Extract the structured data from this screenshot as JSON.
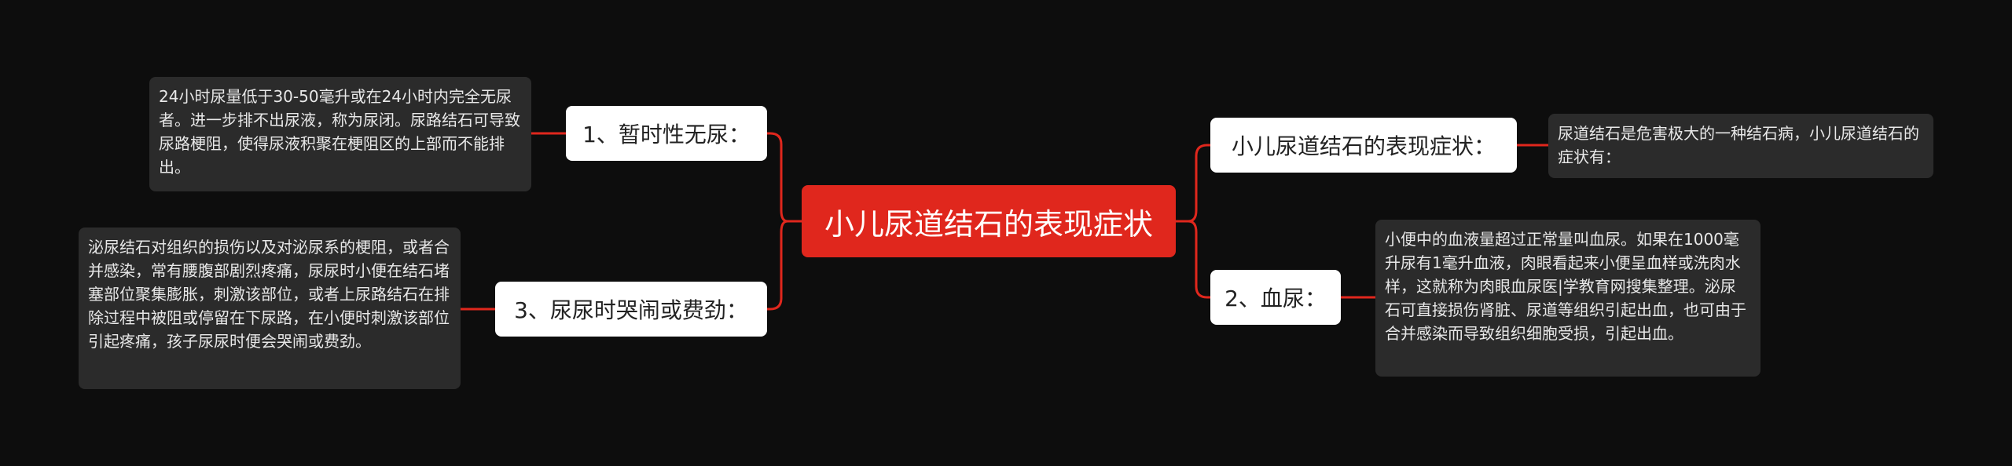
{
  "mindmap": {
    "root": "小儿尿道结石的表现症状",
    "branches": {
      "temporary_anuria": {
        "label": "1、暂时性无尿：",
        "detail": "24小时尿量低于30-50毫升或在24小时内完全无尿者。进一步排不出尿液，称为尿闭。尿路结石可导致尿路梗阻，使得尿液积聚在梗阻区的上部而不能排出。"
      },
      "crying_straining": {
        "label": "3、尿尿时哭闹或费劲：",
        "detail": "泌尿结石对组织的损伤以及对泌尿系的梗阻，或者合并感染，常有腰腹部剧烈疼痛，尿尿时小便在结石堵塞部位聚集膨胀，刺激该部位，或者上尿路结石在排除过程中被阻或停留在下尿路，在小便时刺激该部位引起疼痛，孩子尿尿时便会哭闹或费劲。"
      },
      "symptoms": {
        "label": "小儿尿道结石的表现症状：",
        "detail": "尿道结石是危害极大的一种结石病，小儿尿道结石的症状有："
      },
      "hematuria": {
        "label": "2、血尿：",
        "detail": "小便中的血液量超过正常量叫血尿。如果在1000毫升尿有1毫升血液，肉眼看起来小便呈血样或洗肉水样，这就称为肉眼血尿医|学教育网搜集整理。泌尿石可直接损伤肾脏、尿道等组织引起出血，也可由于合并感染而导致组织细胞受损，引起出血。"
      }
    },
    "colors": {
      "background": "#0d0d0d",
      "root_fill": "#e0271d",
      "connector": "#e0271d",
      "branch_fill": "#ffffff",
      "leaf_fill": "#2b2b2b"
    }
  }
}
